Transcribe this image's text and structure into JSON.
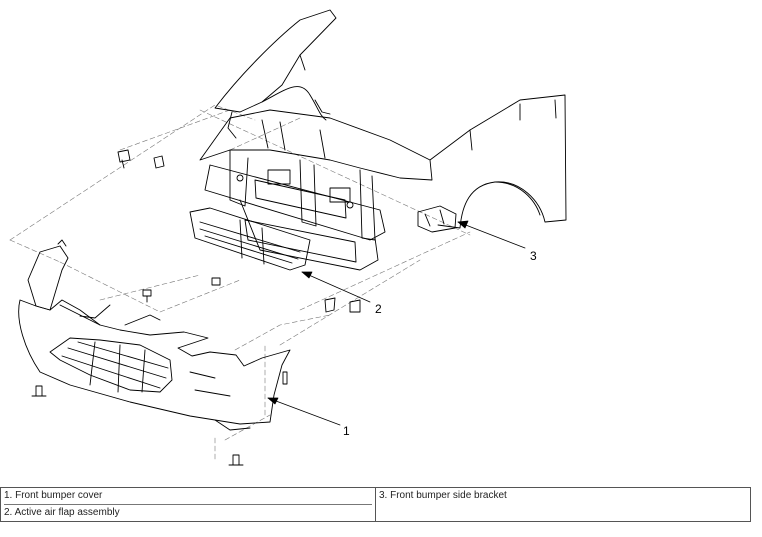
{
  "callouts": {
    "c1": "1",
    "c2": "2",
    "c3": "3"
  },
  "legend": {
    "left": [
      "1. Front bumper cover",
      "2. Active air flap assembly"
    ],
    "right": [
      "3. Front bumper side bracket"
    ]
  }
}
